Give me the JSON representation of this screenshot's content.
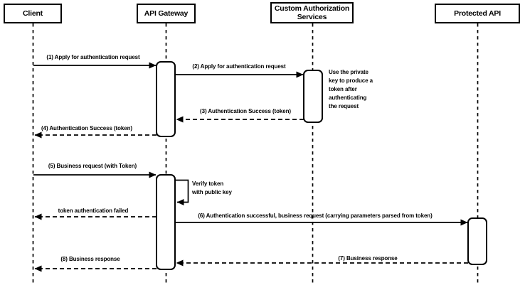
{
  "diagram": {
    "type": "sequence-diagram",
    "actors": [
      {
        "label": "Client"
      },
      {
        "label": "API Gateway"
      },
      {
        "label": "Custom Authorization Services",
        "lines": [
          "Custom Authorization",
          "Services"
        ]
      },
      {
        "label": "Protected API"
      }
    ],
    "messages": [
      {
        "label": "(1) Apply for authentication request",
        "from": "Client",
        "to": "API Gateway",
        "style": "solid"
      },
      {
        "label": "(2) Apply for authentication request",
        "from": "API Gateway",
        "to": "Custom Authorization Services",
        "style": "solid"
      },
      {
        "label": "(3) Authentication Success (token)",
        "from": "Custom Authorization Services",
        "to": "API Gateway",
        "style": "dashed"
      },
      {
        "label": "(4) Authentication Success (token)",
        "from": "API Gateway",
        "to": "Client",
        "style": "dashed"
      },
      {
        "label": "(5) Business request (with Token)",
        "from": "Client",
        "to": "API Gateway",
        "style": "solid"
      },
      {
        "label": "Verify token with public key",
        "lines": [
          "Verify token",
          "with public key"
        ],
        "from": "API Gateway",
        "to": "API Gateway",
        "style": "self"
      },
      {
        "label": "token authentication failed",
        "from": "API Gateway",
        "to": "Client",
        "style": "dashed"
      },
      {
        "label": "(6) Authentication successful, business request (carrying parameters parsed from token)",
        "from": "API Gateway",
        "to": "Protected API",
        "style": "solid"
      },
      {
        "label": "(7) Business response",
        "from": "Protected API",
        "to": "API Gateway",
        "style": "dashed"
      },
      {
        "label": "(8) Business response",
        "from": "API Gateway",
        "to": "Client",
        "style": "dashed"
      }
    ],
    "notes": [
      {
        "label": "Use the private key to produce a token after authenticating the request",
        "lines": [
          "Use the private",
          "key to produce a",
          "token after",
          "authenticating",
          "the request"
        ],
        "attached_to": "Custom Authorization Services"
      }
    ],
    "colors": {
      "line": "#000000",
      "fill": "#ffffff",
      "text": "#000000"
    }
  }
}
